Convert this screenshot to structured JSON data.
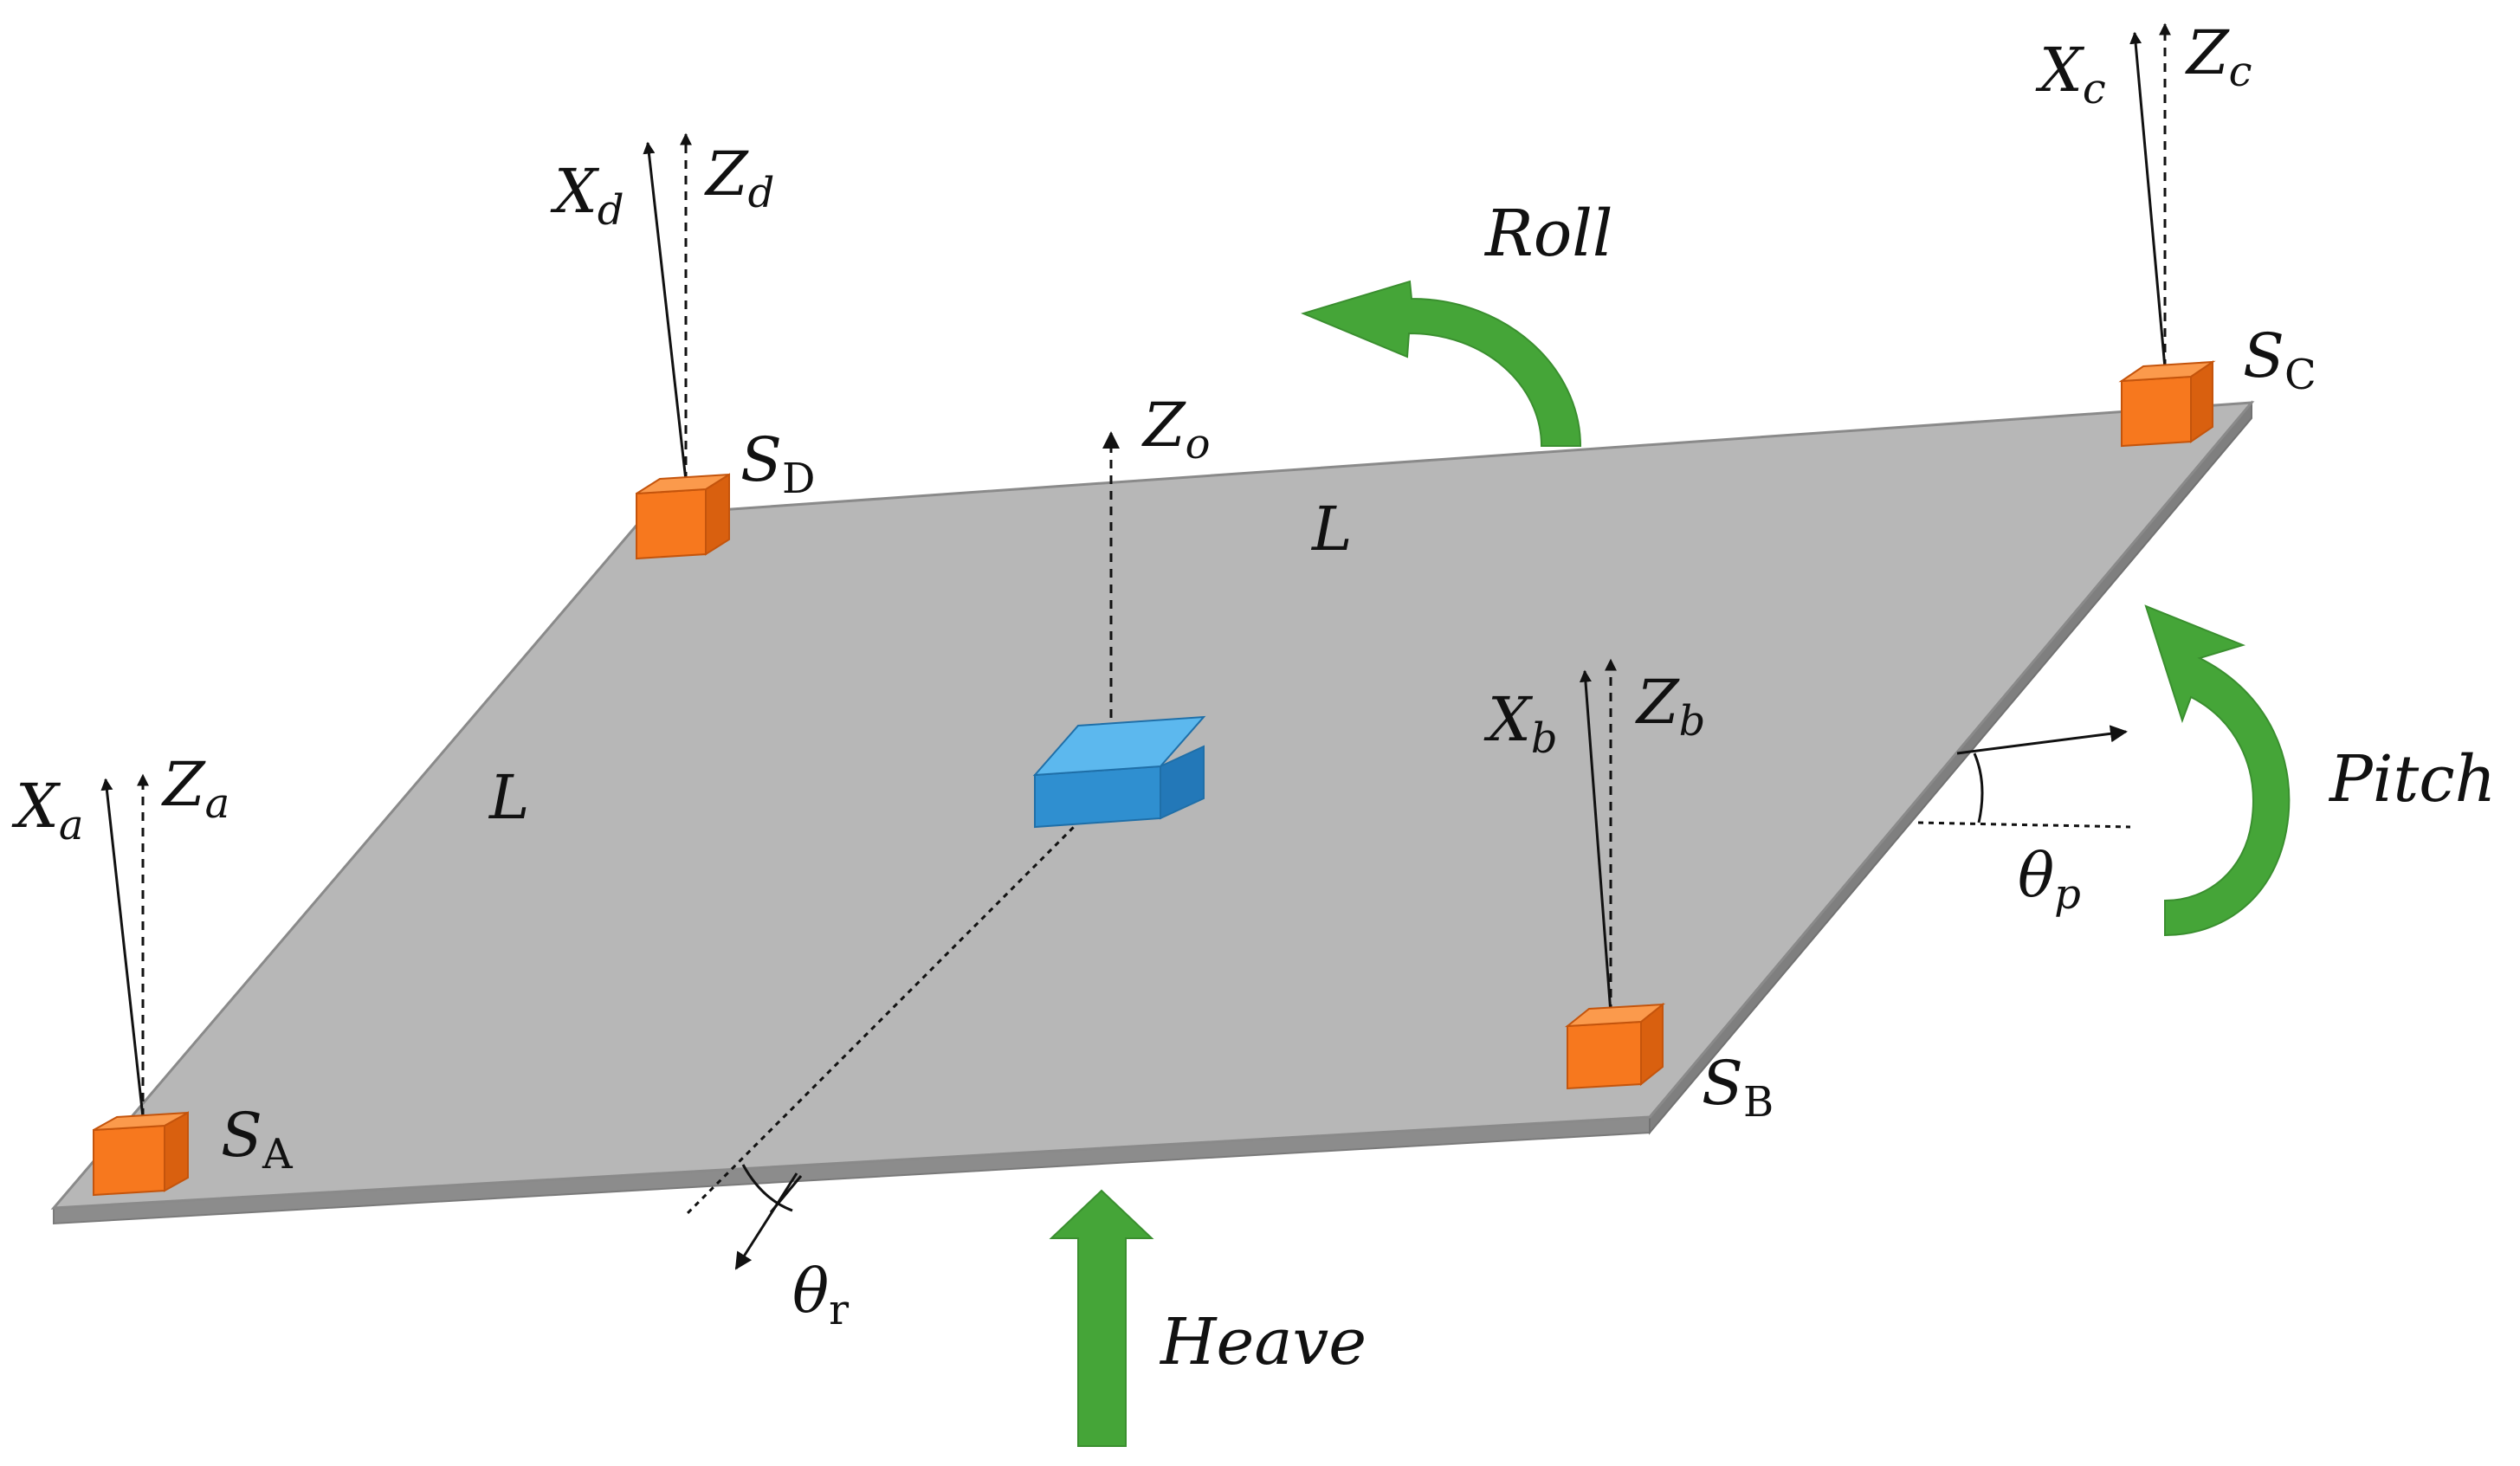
{
  "colors": {
    "plate_top": "#b7b7b7",
    "plate_edge": "#8c8c8c",
    "sensor_orange": "#f7781e",
    "center_blue": "#3aa6e6",
    "arrow_green": "#45a538"
  },
  "sensors": {
    "a": {
      "name": "S",
      "sub": "A",
      "x_axis": "X",
      "x_sub": "a",
      "z_axis": "Z",
      "z_sub": "a"
    },
    "b": {
      "name": "S",
      "sub": "B",
      "x_axis": "X",
      "x_sub": "b",
      "z_axis": "Z",
      "z_sub": "b"
    },
    "c": {
      "name": "S",
      "sub": "C",
      "x_axis": "X",
      "x_sub": "c",
      "z_axis": "Z",
      "z_sub": "c"
    },
    "d": {
      "name": "S",
      "sub": "D",
      "x_axis": "X",
      "x_sub": "d",
      "z_axis": "Z",
      "z_sub": "d"
    }
  },
  "center": {
    "axis": "Z",
    "sub": "o"
  },
  "dimensions": {
    "side_left": "L",
    "side_top": "L"
  },
  "angles": {
    "roll": {
      "symbol": "θ",
      "sub": "r"
    },
    "pitch": {
      "symbol": "θ",
      "sub": "p"
    }
  },
  "motions": {
    "roll": "Roll",
    "pitch": "Pitch",
    "heave": "Heave"
  }
}
